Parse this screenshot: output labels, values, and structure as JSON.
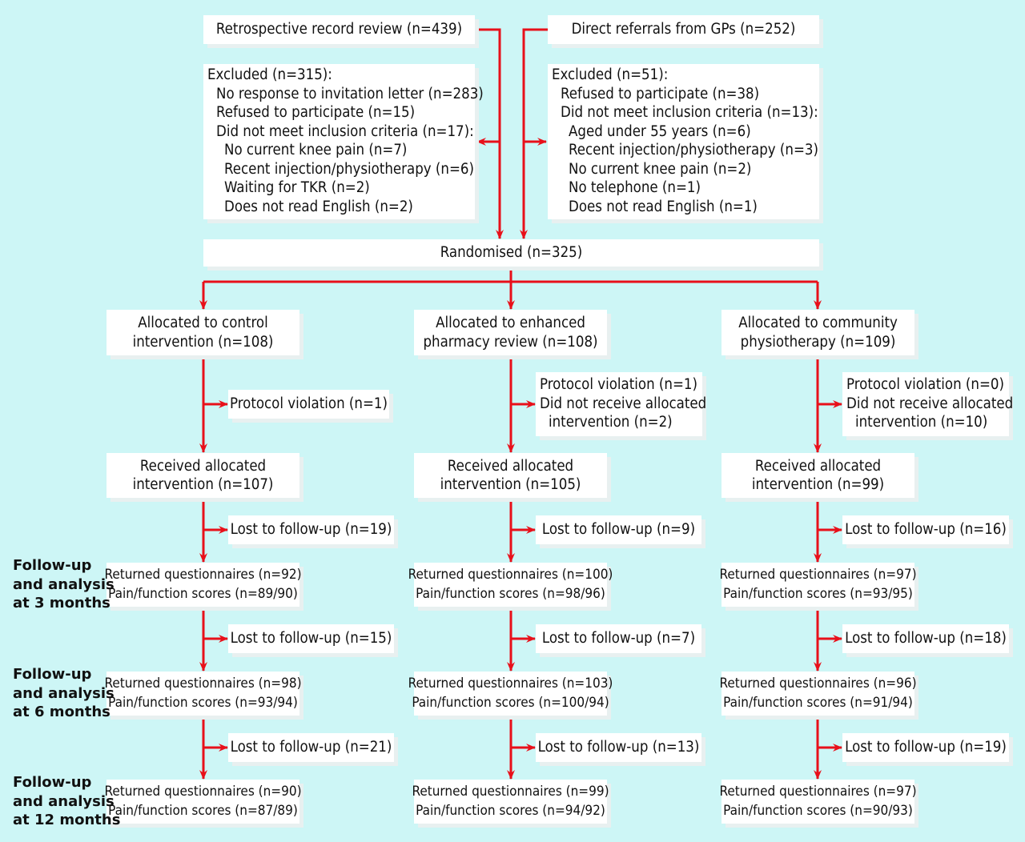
{
  "sources": {
    "retrospective": "Retrospective record review (n=439)",
    "direct": "Direct referrals from GPs (n=252)"
  },
  "excluded_left": [
    "Excluded (n=315):",
    "No response to invitation letter (n=283)",
    "Refused to participate (n=15)",
    "Did not meet inclusion criteria (n=17):",
    "No current knee pain (n=7)",
    "Recent injection/physiotherapy (n=6)",
    "Waiting for TKR (n=2)",
    "Does not read English (n=2)"
  ],
  "excluded_right": [
    "Excluded (n=51):",
    "Refused to participate (n=38)",
    "Did not meet inclusion criteria (n=13):",
    "Aged under 55 years (n=6)",
    "Recent injection/physiotherapy (n=3)",
    "No current knee pain (n=2)",
    "No telephone (n=1)",
    "Does not read English (n=1)"
  ],
  "randomised": "Randomised (n=325)",
  "arms": [
    {
      "allocated": [
        "Allocated to control",
        "intervention (n=108)"
      ],
      "violation": [
        "Protocol violation (n=1)"
      ],
      "received": [
        "Received allocated",
        "intervention (n=107)"
      ],
      "lost_3m": "Lost to follow-up (n=19)",
      "m3": [
        "Returned questionnaires (n=92)",
        "Pain/function scores (n=89/90)"
      ],
      "lost_6m": "Lost to follow-up (n=15)",
      "m6": [
        "Returned questionnaires (n=98)",
        "Pain/function scores (n=93/94)"
      ],
      "lost_12m": "Lost to follow-up (n=21)",
      "m12": [
        "Returned questionnaires (n=90)",
        "Pain/function scores (n=87/89)"
      ]
    },
    {
      "allocated": [
        "Allocated to enhanced",
        "pharmacy review (n=108)"
      ],
      "violation": [
        "Protocol violation (n=1)",
        "Did not receive allocated",
        " intervention (n=2)"
      ],
      "received": [
        "Received allocated",
        "intervention (n=105)"
      ],
      "lost_3m": "Lost to follow-up (n=9)",
      "m3": [
        "Returned questionnaires (n=100)",
        "Pain/function scores (n=98/96)"
      ],
      "lost_6m": "Lost to follow-up (n=7)",
      "m6": [
        "Returned questionnaires (n=103)",
        "Pain/function scores (n=100/94)"
      ],
      "lost_12m": "Lost to follow-up (n=13)",
      "m12": [
        "Returned questionnaires (n=99)",
        "Pain/function scores (n=94/92)"
      ]
    },
    {
      "allocated": [
        "Allocated to community",
        "physiotherapy (n=109)"
      ],
      "violation": [
        "Protocol violation (n=0)",
        "Did not receive allocated",
        " intervention (n=10)"
      ],
      "received": [
        "Received allocated",
        "intervention (n=99)"
      ],
      "lost_3m": "Lost to follow-up (n=16)",
      "m3": [
        "Returned questionnaires (n=97)",
        "Pain/function scores (n=93/95)"
      ],
      "lost_6m": "Lost to follow-up (n=18)",
      "m6": [
        "Returned questionnaires (n=96)",
        "Pain/function scores (n=91/94)"
      ],
      "lost_12m": "Lost to follow-up (n=19)",
      "m12": [
        "Returned questionnaires (n=97)",
        "Pain/function scores (n=90/93)"
      ]
    }
  ],
  "followup_labels": {
    "m3": [
      "Follow-up",
      "and analysis",
      "at 3 months"
    ],
    "m6": [
      "Follow-up",
      "and analysis",
      "at 6 months"
    ],
    "m12": [
      "Follow-up",
      "and analysis",
      "at 12 months"
    ]
  },
  "colors": {
    "background": "#cdf6f6",
    "arrow": "#e8101a",
    "box": "#ffffff"
  }
}
